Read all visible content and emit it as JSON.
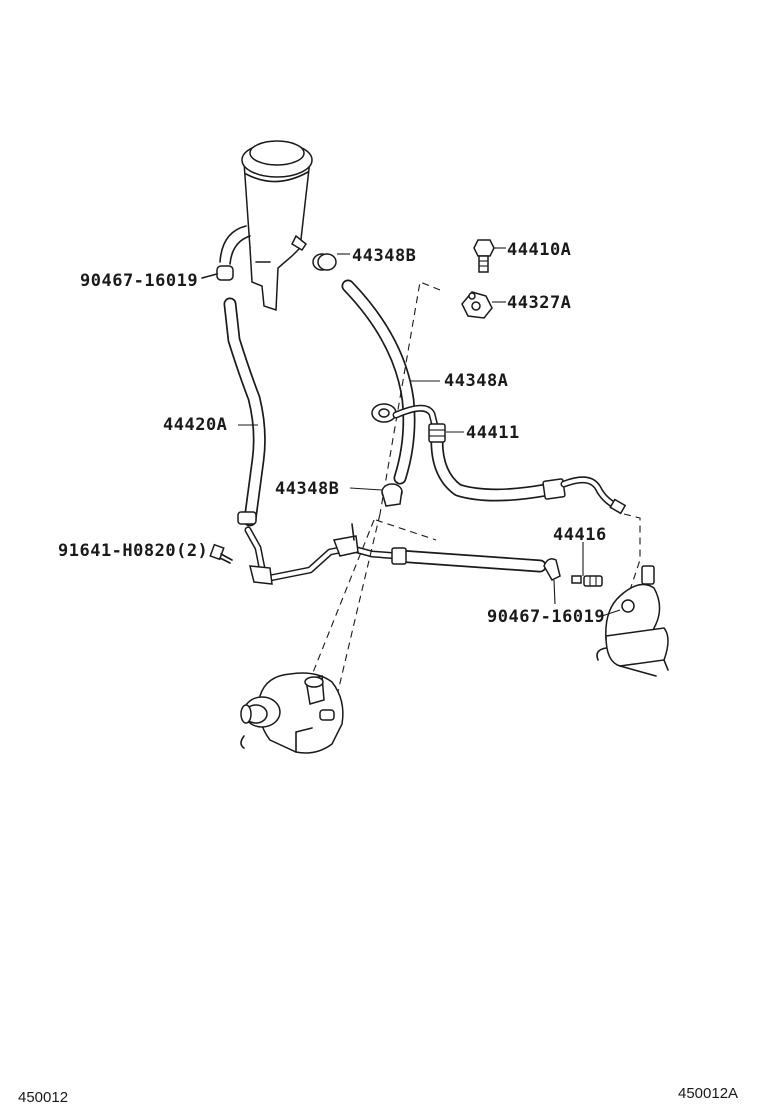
{
  "labels": {
    "clamp_reservoir": "90467-16019",
    "clamp_upper": "44348B",
    "union_bolt": "44410A",
    "gasket": "44327A",
    "return_hose": "44348A",
    "suction_hose": "44420A",
    "pressure_tube": "44411",
    "clamp_lower": "44348B",
    "bolt": "91641-H0820(2)",
    "tube_union": "44416",
    "clamp_gear": "90467-16019"
  },
  "footer": {
    "left_code": "450012",
    "right_code": "450012A"
  }
}
